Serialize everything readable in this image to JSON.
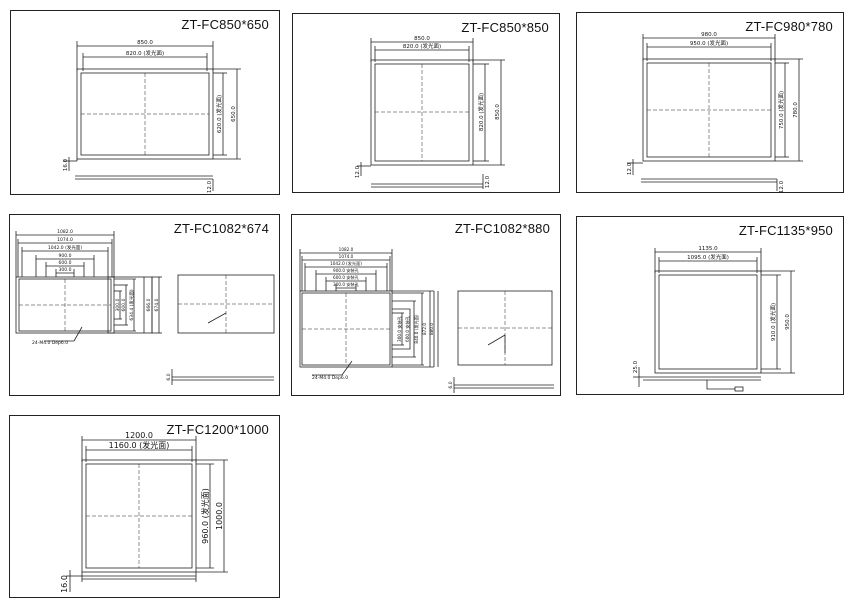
{
  "panels": [
    {
      "title": "ZT-FC850*650",
      "dims": {
        "outer_w": "850.0",
        "inner_w": "820.0 (发光面)",
        "inner_h": "620.0 (发光面)",
        "outer_h": "650.0",
        "side": "16.0",
        "thickness": "12.0"
      }
    },
    {
      "title": "ZT-FC850*850",
      "dims": {
        "outer_w": "850.0",
        "inner_w": "820.0 (发光面)",
        "inner_h": "820.0 (发光面)",
        "outer_h": "850.0",
        "side": "12.0",
        "thickness": "12.0"
      }
    },
    {
      "title": "ZT-FC980*780",
      "dims": {
        "outer_w": "980.0",
        "inner_w": "950.0 (发光面)",
        "inner_h": "750.0 (发光面)",
        "outer_h": "780.0",
        "side": "12.0",
        "thickness": "12.0"
      }
    },
    {
      "title": "ZT-FC1082*674",
      "dims": {
        "w1": "1082.0",
        "w2": "1074.0",
        "w3": "1042.0 (发光面)",
        "w4": "900.0",
        "w5": "600.0",
        "w6": "300.0",
        "h1": "300.0",
        "h2": "600.0",
        "h3": "634.4 (发光面)",
        "h4": "666.0",
        "h5": "674.0",
        "screw": "24-M4.0 Dep6.0",
        "thickness": "6.0"
      }
    },
    {
      "title": "ZT-FC1082*880",
      "dims": {
        "w1": "1082.0",
        "w2": "1074.0",
        "w3": "1042.0 (发光面)",
        "w4": "900.0 安装孔",
        "w5": "600.0 安装孔",
        "w6": "300.0 安装孔",
        "h1": "300.0 安装孔",
        "h2": "600.0 安装孔",
        "h3": "840.0 (发光面)",
        "h4": "872.0",
        "h5": "880.0",
        "screw": "24-M4.0 Dep6.0",
        "thickness": "6.0"
      }
    },
    {
      "title": "ZT-FC1135*950",
      "dims": {
        "outer_w": "1135.0",
        "inner_w": "1095.0 (发光面)",
        "inner_h": "910.0 (发光面)",
        "outer_h": "950.0",
        "side": "25.0"
      }
    },
    {
      "title": "ZT-FC1200*1000",
      "dims": {
        "outer_w": "1200.0",
        "inner_w": "1160.0 (发光面)",
        "inner_h": "960.0 (发光面)",
        "outer_h": "1000.0",
        "side": "16.0"
      }
    }
  ],
  "colors": {
    "line": "#222222",
    "border": "#222222",
    "background": "#ffffff"
  }
}
